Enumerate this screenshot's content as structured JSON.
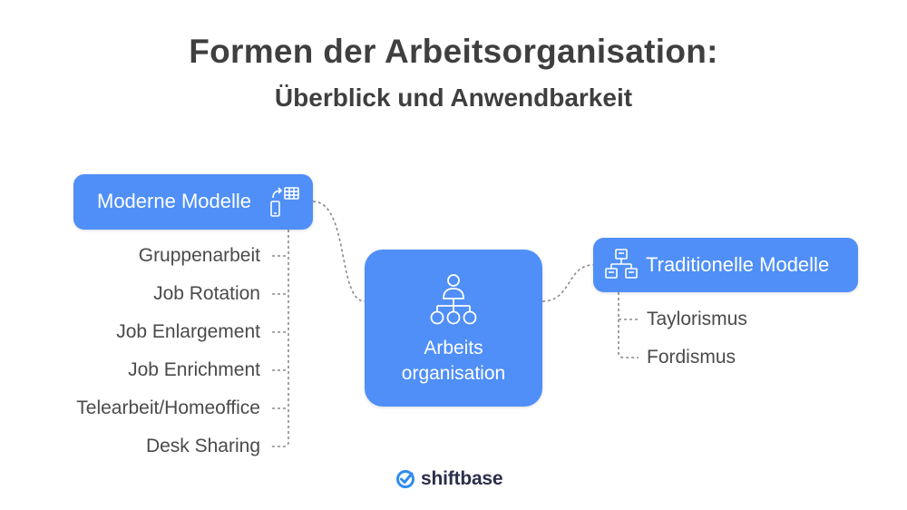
{
  "header": {
    "title": "Formen der Arbeitsorganisation:",
    "subtitle": "Überblick und Anwendbarkeit"
  },
  "center_node": {
    "line1": "Arbeits",
    "line2": "organisation",
    "icon": "org-chart-icon"
  },
  "modern_models": {
    "label": "Moderne Modelle",
    "icon": "devices-exchange-icon",
    "items": [
      "Gruppenarbeit",
      "Job Rotation",
      "Job Enlargement",
      "Job Enrichment",
      "Telearbeit/Homeoffice",
      "Desk Sharing"
    ]
  },
  "traditional_models": {
    "label": "Traditionelle Modelle",
    "icon": "hierarchy-icon",
    "items": [
      "Taylorismus",
      "Fordismus"
    ]
  },
  "brand": {
    "name": "shiftbase",
    "icon": "shiftbase-check-icon"
  },
  "colors": {
    "node": "#4f8ff7",
    "text": "#4a4a4a",
    "connector": "#888888"
  }
}
